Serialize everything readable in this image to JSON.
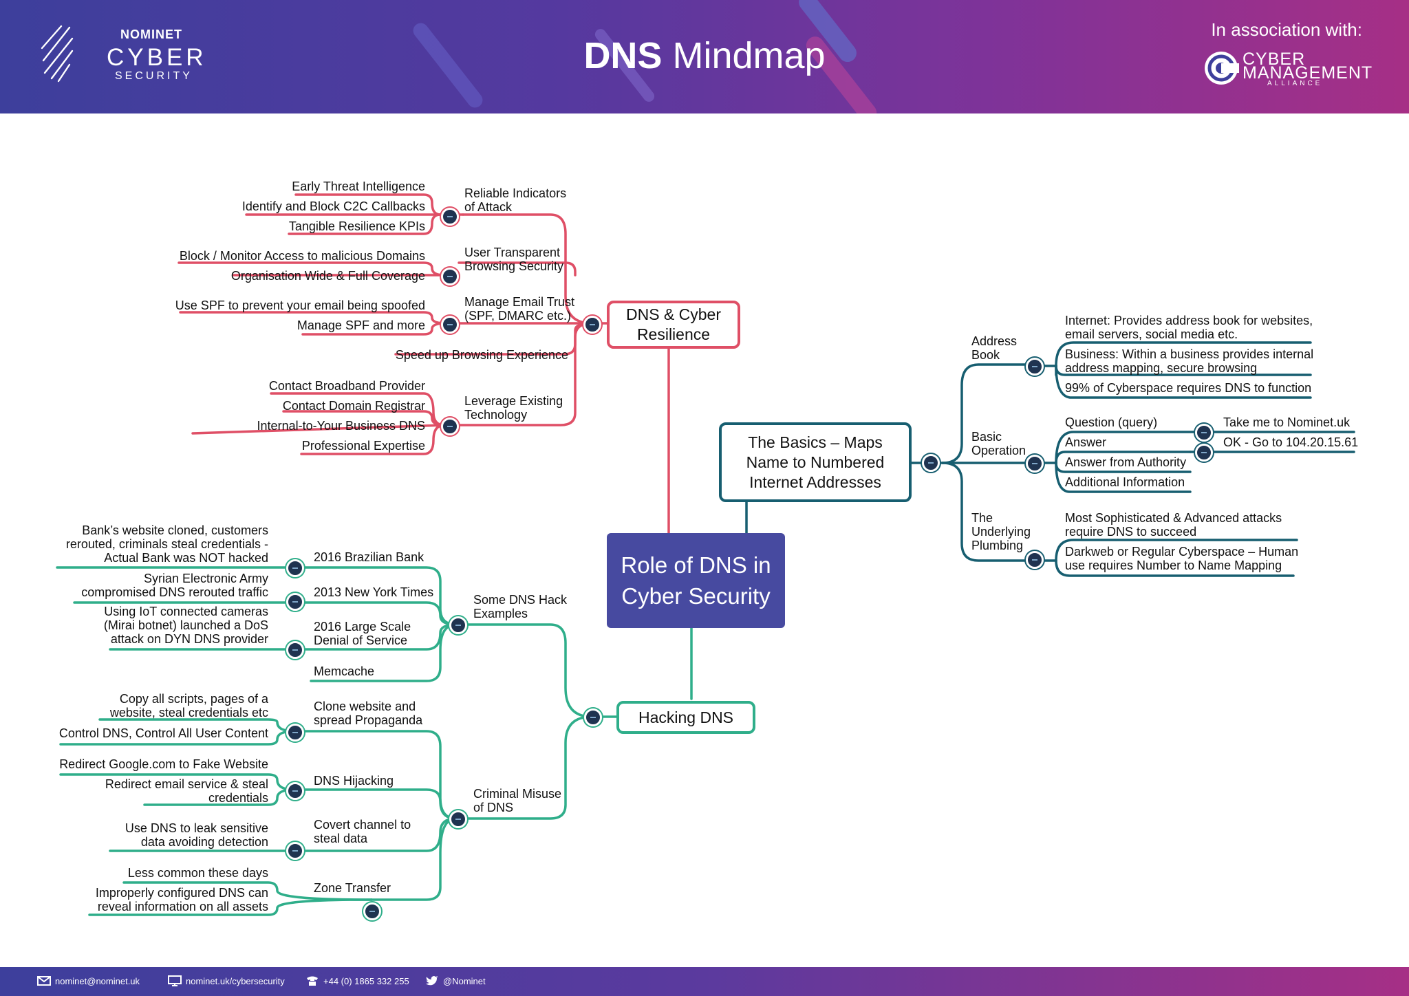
{
  "header": {
    "logo": {
      "line1": "NOMINET",
      "line2": "CYBER",
      "line3": "SECURITY"
    },
    "title_bold": "DNS",
    "title_rest": "Mindmap",
    "association": "In association with:",
    "partner": {
      "line1": "CYBER",
      "line2": "MANAGEMENT",
      "line3": "ALLIANCE"
    }
  },
  "central": "Role of DNS in Cyber Security",
  "resilience": {
    "title": "DNS & Cyber Resilience",
    "branches": [
      {
        "label": "Reliable Indicators of Attack",
        "leaves": [
          "Early Threat Intelligence",
          "Identify and Block C2C Callbacks",
          "Tangible Resilience KPIs"
        ]
      },
      {
        "label": "User Transparent Browsing Security",
        "leaves": [
          "Block / Monitor Access to malicious Domains",
          "Organisation Wide & Full Coverage"
        ]
      },
      {
        "label": "Manage Email Trust (SPF, DMARC etc.)",
        "leaves": [
          "Use SPF to prevent your email being spoofed",
          "Manage SPF and more"
        ]
      },
      {
        "label": "Speed up Browsing Experience",
        "leaves": []
      },
      {
        "label": "Leverage Existing Technology",
        "leaves": [
          "Contact Broadband Provider",
          "Contact Domain Registrar",
          "Internal-to-Your Business DNS",
          "Professional Expertise"
        ]
      }
    ]
  },
  "basics": {
    "title": "The Basics – Maps Name to Numbered Internet Addresses",
    "branches": [
      {
        "label": "Address Book",
        "leaves": [
          "Internet: Provides address book for websites, email servers, social media etc.",
          "Business: Within a business provides internal address mapping, secure browsing",
          "99% of Cyberspace requires DNS to function"
        ]
      },
      {
        "label": "Basic Operation",
        "leaves": [
          "Question (query)",
          "Answer",
          "Answer from Authority",
          "Additional Information"
        ],
        "sub": {
          "question": "Take me to Nominet.uk",
          "answer": "OK - Go to 104.20.15.61"
        }
      },
      {
        "label": "The Underlying Plumbing",
        "leaves": [
          "Most Sophisticated & Advanced attacks require DNS to succeed",
          "Darkweb or Regular Cyberspace – Human use requires Number to Name Mapping"
        ]
      }
    ]
  },
  "hacking": {
    "title": "Hacking DNS",
    "groups": [
      {
        "label": "Some DNS Hack Examples",
        "branches": [
          {
            "label": "2016 Brazilian Bank",
            "detail": "Bank’s website cloned, customers rerouted, criminals steal credentials - Actual Bank was NOT hacked"
          },
          {
            "label": "2013 New York Times",
            "detail": "Syrian Electronic Army compromised DNS rerouted traffic"
          },
          {
            "label": "2016 Large Scale Denial of Service",
            "detail": "Using IoT connected cameras (Mirai botnet) launched a DoS attack on DYN DNS provider"
          },
          {
            "label": "Memcache",
            "detail": ""
          }
        ]
      },
      {
        "label": "Criminal Misuse of DNS",
        "branches": [
          {
            "label": "Clone website and spread Propaganda",
            "details": [
              "Copy all scripts, pages of a website, steal credentials etc",
              "Control DNS, Control All User Content"
            ]
          },
          {
            "label": "DNS Hijacking",
            "details": [
              "Redirect Google.com to Fake Website",
              "Redirect email service & steal credentials"
            ]
          },
          {
            "label": "Covert channel to steal data",
            "details": [
              "Use DNS to leak sensitive data avoiding detection"
            ]
          },
          {
            "label": "Zone Transfer",
            "details": [
              "Less common these days",
              "Improperly configured DNS can reveal information on all assets"
            ]
          }
        ]
      }
    ]
  },
  "footer": {
    "email": "nominet@nominet.uk",
    "web": "nominet.uk/cybersecurity",
    "phone": "+44 (0) 1865 332 255",
    "twitter": "@Nominet"
  },
  "colors": {
    "resilience": "#df4f66",
    "hacking": "#2fae8a",
    "basics": "#175e70",
    "central": "#474aa0"
  }
}
